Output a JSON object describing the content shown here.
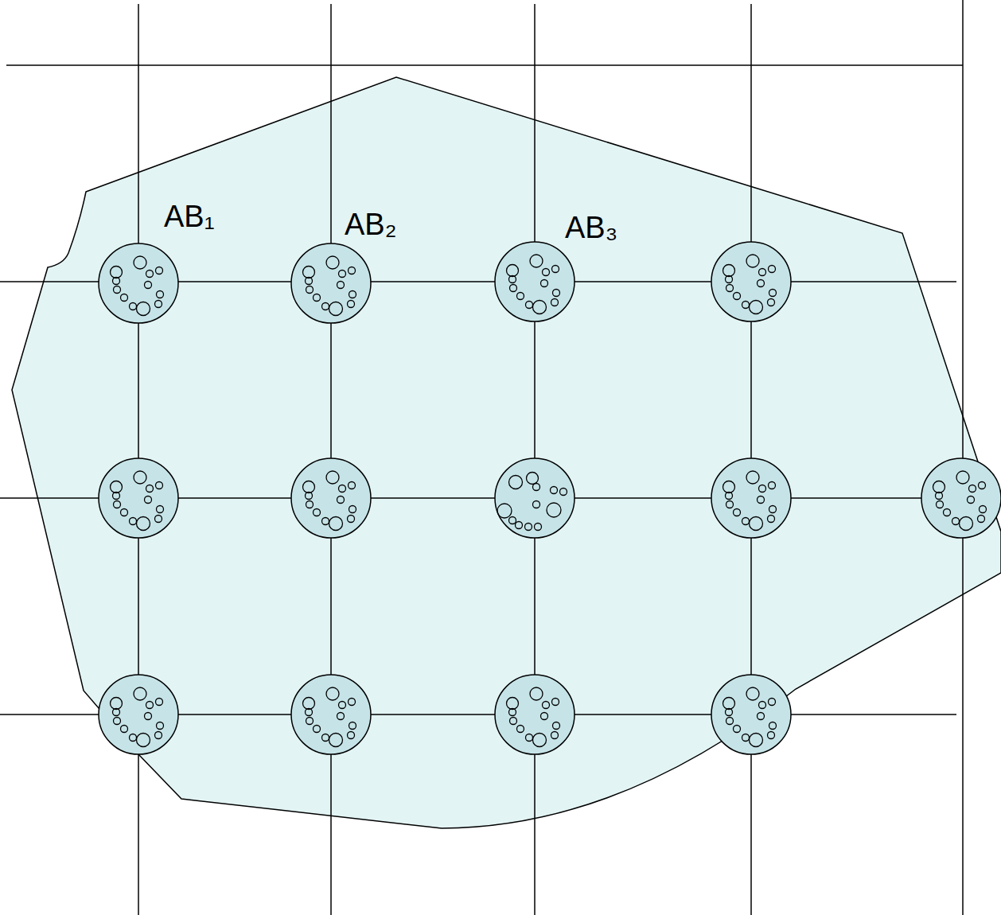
{
  "diagram": {
    "labels": [
      "AB₁",
      "AB₂",
      "AB₃"
    ]
  }
}
